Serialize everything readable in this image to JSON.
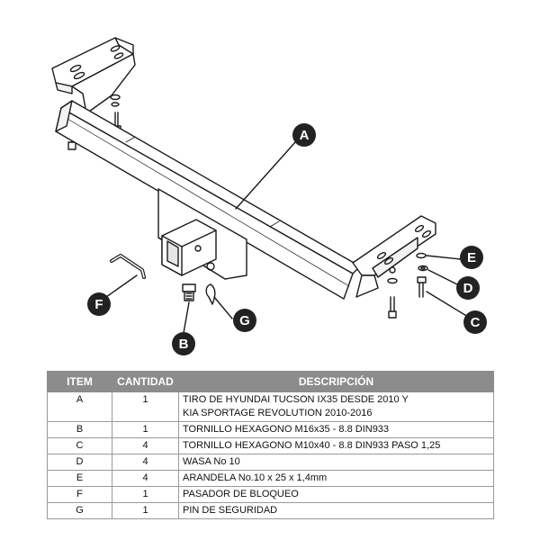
{
  "callouts": [
    "A",
    "B",
    "C",
    "D",
    "E",
    "F",
    "G"
  ],
  "table": {
    "headers": [
      "ITEM",
      "CANTIDAD",
      "DESCRIPCIÓN"
    ],
    "rows": [
      {
        "item": "A",
        "qty": "1",
        "desc": [
          "TIRO DE HYUNDAI TUCSON IX35 DESDE 2010 Y",
          "KIA SPORTAGE REVOLUTION 2010-2016"
        ]
      },
      {
        "item": "B",
        "qty": "1",
        "desc": [
          "TORNILLO  HEXAGONO M16x35 - 8.8 DIN933"
        ]
      },
      {
        "item": "C",
        "qty": "4",
        "desc": [
          "TORNILLO  HEXAGONO M10x40 - 8.8 DIN933 PASO 1,25"
        ]
      },
      {
        "item": "D",
        "qty": "4",
        "desc": [
          "WASA No 10"
        ]
      },
      {
        "item": "E",
        "qty": "4",
        "desc": [
          "ARANDELA No.10 x 25 x 1,4mm"
        ]
      },
      {
        "item": "F",
        "qty": "1",
        "desc": [
          "PASADOR DE BLOQUEO"
        ]
      },
      {
        "item": "G",
        "qty": "1",
        "desc": [
          "PIN DE SEGURIDAD"
        ]
      }
    ]
  },
  "colors": {
    "callout_fill": "#222222",
    "header_fill": "#8c8c8c",
    "line": "#1a1a1a"
  }
}
